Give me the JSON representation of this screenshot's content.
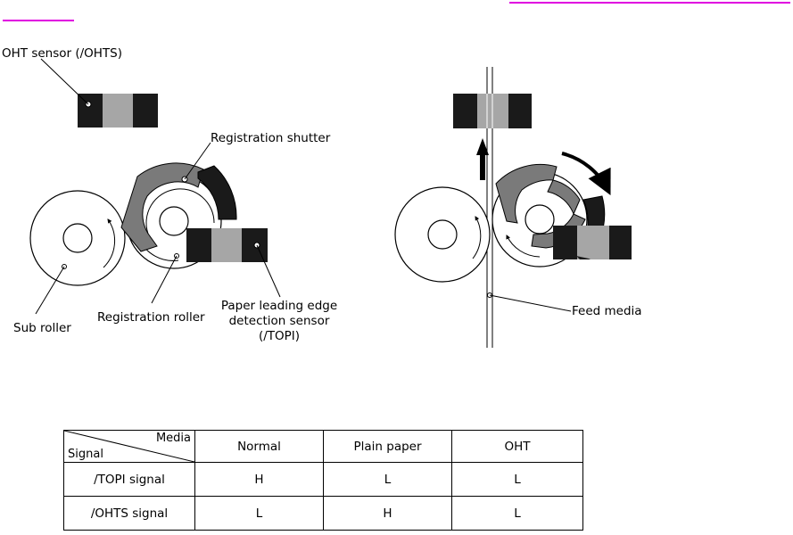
{
  "labels": {
    "oht_sensor": "OHT sensor (/OHTS)",
    "registration_shutter": "Registration shutter",
    "sub_roller": "Sub roller",
    "registration_roller": "Registration roller",
    "paper_sensor_line1": "Paper leading edge",
    "paper_sensor_line2": "detection sensor",
    "paper_sensor_line3": "(/TOPI)",
    "feed_media": "Feed media"
  },
  "table": {
    "corner_top": "Media",
    "corner_bottom": "Signal",
    "columns": [
      "Normal",
      "Plain paper",
      "OHT"
    ],
    "rows": [
      {
        "signal": "/TOPI signal",
        "values": [
          "H",
          "L",
          "L"
        ]
      },
      {
        "signal": "/OHTS signal",
        "values": [
          "L",
          "H",
          "L"
        ]
      }
    ]
  },
  "colors": {
    "link_underline": "#e000e0",
    "sensor_dark": "#1a1a1a",
    "sensor_light": "#a6a6a6",
    "shutter_gray": "#7a7a7a"
  }
}
